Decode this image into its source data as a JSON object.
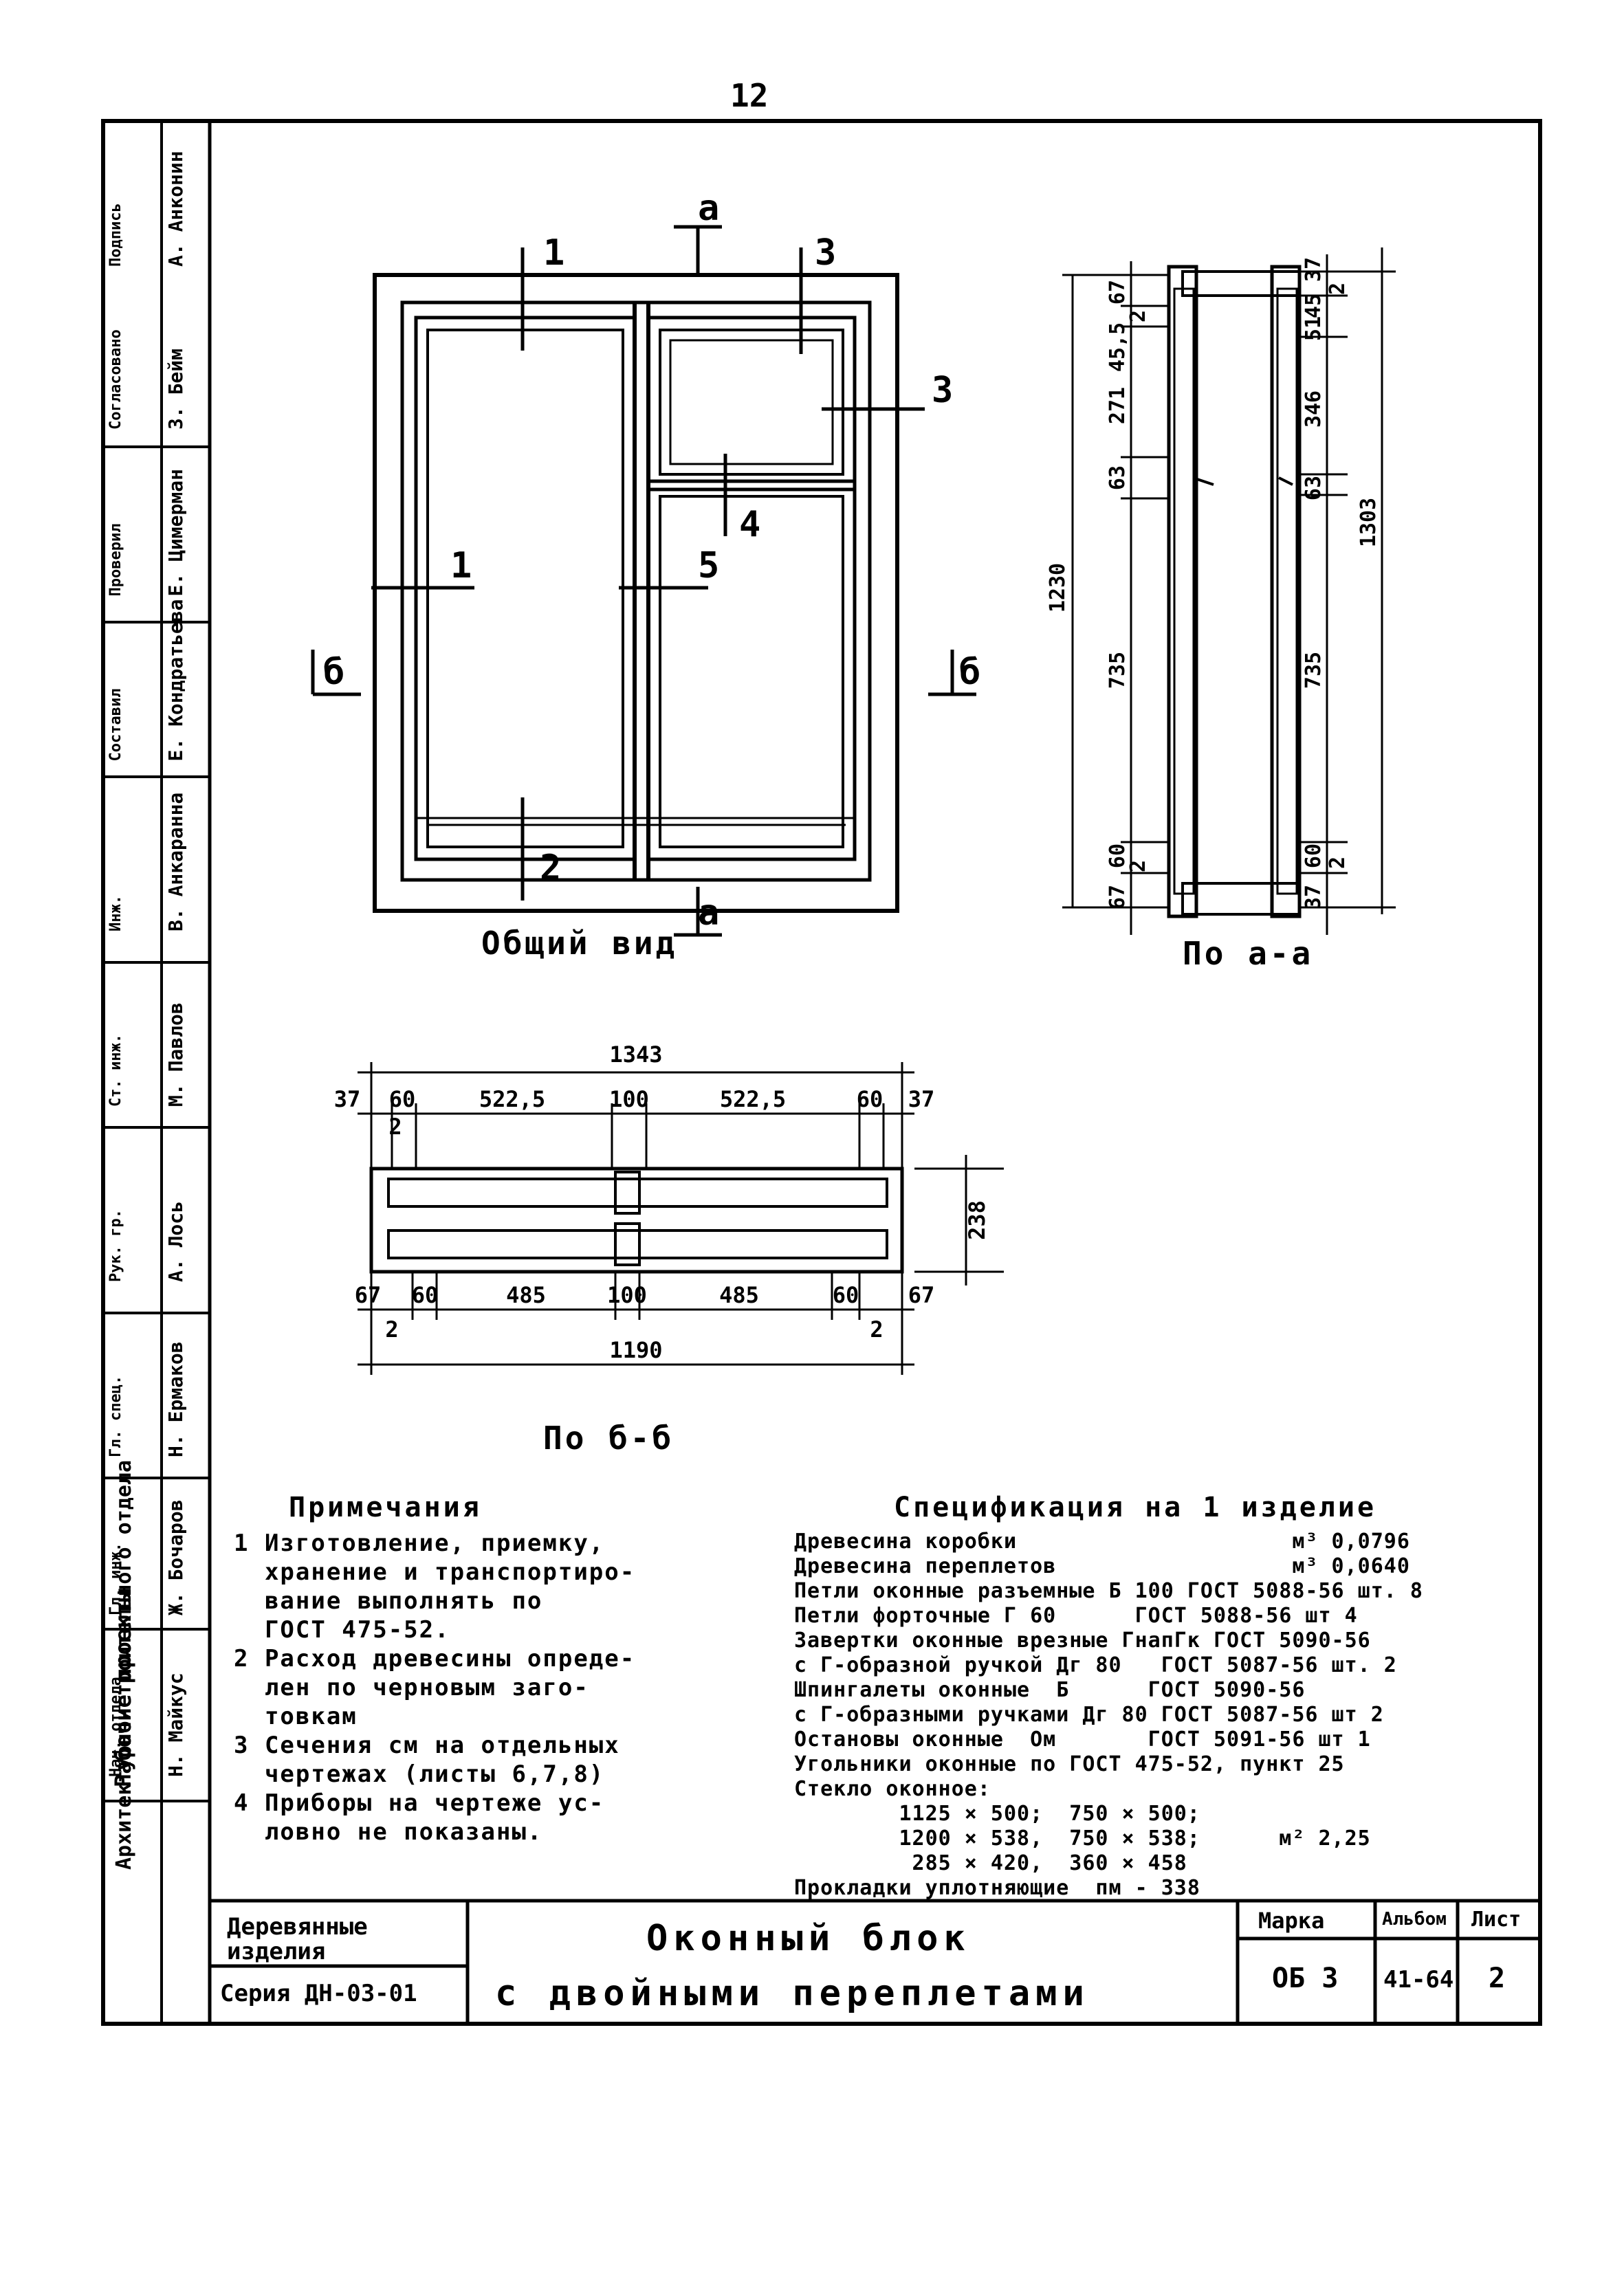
{
  "page_number": "12",
  "drawings": {
    "general_view": {
      "caption": "Общий вид",
      "section_a_mark": "а",
      "section_b_mark": "б",
      "callouts": [
        "1",
        "3",
        "3",
        "4",
        "1",
        "5",
        "2"
      ]
    },
    "section_aa": {
      "caption": "По а-а",
      "dims_left": [
        "1230",
        "67",
        "2",
        "45,5",
        "271",
        "63",
        "735",
        "60",
        "2",
        "67"
      ],
      "dims_right": [
        "37",
        "2",
        "45",
        "51",
        "346",
        "63",
        "735",
        "60",
        "2",
        "1303",
        "37"
      ]
    },
    "section_bb": {
      "caption": "По б-б",
      "dims_top": [
        "1343",
        "37",
        "60",
        "522,5",
        "100",
        "522,5",
        "60",
        "37",
        "2"
      ],
      "dims_bottom": [
        "67",
        "60",
        "485",
        "100",
        "485",
        "60",
        "67",
        "2",
        "1190",
        "2"
      ],
      "dim_side": "238"
    }
  },
  "notes": {
    "title": "Примечания",
    "lines": [
      "1 Изготовление, приемку,",
      "  хранение и транспортиро-",
      "  вание выполнять по",
      "  ГОСТ 475-52.",
      "2 Расход древесины опреде-",
      "  лен по черновым заго-",
      "  товкам",
      "3 Сечения см на отдельных",
      "  чертежах (листы 6,7,8)",
      "4 Приборы на чертеже ус-",
      "  ловно не показаны."
    ]
  },
  "spec": {
    "title": "Спецификация на 1 изделие",
    "lines": [
      "Древесина коробки                     м³ 0,0796",
      "Древесина переплетов                  м³ 0,0640",
      "Петли оконные разъемные Б 100 ГОСТ 5088-56 шт. 8",
      "Петли форточные Г 60      ГОСТ 5088-56 шт 4",
      "Завертки оконные врезные ГнапГк ГОСТ 5090-56",
      "с Г-образной ручкой Дг 80   ГОСТ 5087-56 шт. 2",
      "Шпингалеты оконные  Б      ГОСТ 5090-56",
      "с Г-образными ручками Дг 80 ГОСТ 5087-56 шт 2",
      "Остановы оконные  Ом       ГОСТ 5091-56 шт 1",
      "Угольники оконные по ГОСТ 475-52, пункт 25",
      "Стекло оконное:",
      "        1125 × 500;  750 × 500;",
      "        1200 × 538,  750 × 538;      м² 2,25",
      "         285 × 420,  360 × 458",
      "Прокладки уплотняющие  пм - 338"
    ]
  },
  "title_block": {
    "category": "Деревянные изделия",
    "series": "Серия ДН-03-01",
    "title_line1": "Оконный блок",
    "title_line2": "с двойными переплетами",
    "mark_label": "Марка",
    "mark_value": "ОБ 3",
    "album_label": "Альбом",
    "album_value": "41-64",
    "sheet_label": "Лист",
    "sheet_value": "2"
  },
  "side_stamp": {
    "department": "Архитектурно-строительного отдела",
    "org": "Рабочие проекты",
    "cells": [
      {
        "role": "Нач. отдела",
        "name": "Н. Майкус"
      },
      {
        "role": "Гл. инж.",
        "name": "Ж. Бочаров"
      },
      {
        "role": "Гл. спец.",
        "name": "Н. Ермаков"
      },
      {
        "role": "Рук. гр.",
        "name": "А. Лось"
      },
      {
        "role": "Ст. инж.",
        "name": "М. Павлов"
      },
      {
        "role": "Инж.",
        "name": "В. Анкаранна"
      },
      {
        "role": "Составил",
        "name": "Е. Кондратьева"
      },
      {
        "role": "Проверил",
        "name": "Е. Цимерман"
      },
      {
        "role": "Согласовано",
        "name": "З. Бейм"
      },
      {
        "role": "Подпись",
        "name": "А. Анконин"
      }
    ]
  }
}
